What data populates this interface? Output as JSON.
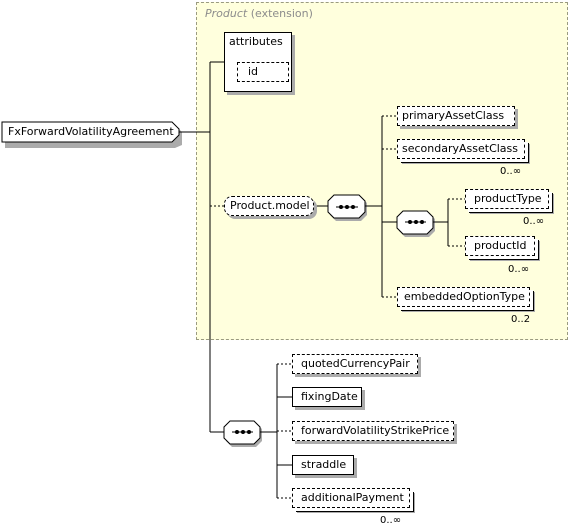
{
  "extension": {
    "base": "Product",
    "suffix": "(extension)"
  },
  "root": {
    "label": "FxForwardVolatilityAgreement"
  },
  "attributes": {
    "title": "attributes",
    "id": "id"
  },
  "product_model": {
    "label": "Product.model"
  },
  "model_elements": {
    "primary_asset_class": "primaryAssetClass",
    "secondary_asset_class": "secondaryAssetClass",
    "secondary_asset_class_mult": "0..∞",
    "product_type": "productType",
    "product_type_mult": "0..∞",
    "product_id": "productId",
    "product_id_mult": "0..∞",
    "embedded_option_type": "embeddedOptionType",
    "embedded_option_type_mult": "0..2"
  },
  "elements": {
    "quoted_currency_pair": "quotedCurrencyPair",
    "fixing_date": "fixingDate",
    "forward_volatility_strike_price": "forwardVolatilityStrikePrice",
    "straddle": "straddle",
    "additional_payment": "additionalPayment",
    "additional_payment_mult": "0..∞"
  }
}
